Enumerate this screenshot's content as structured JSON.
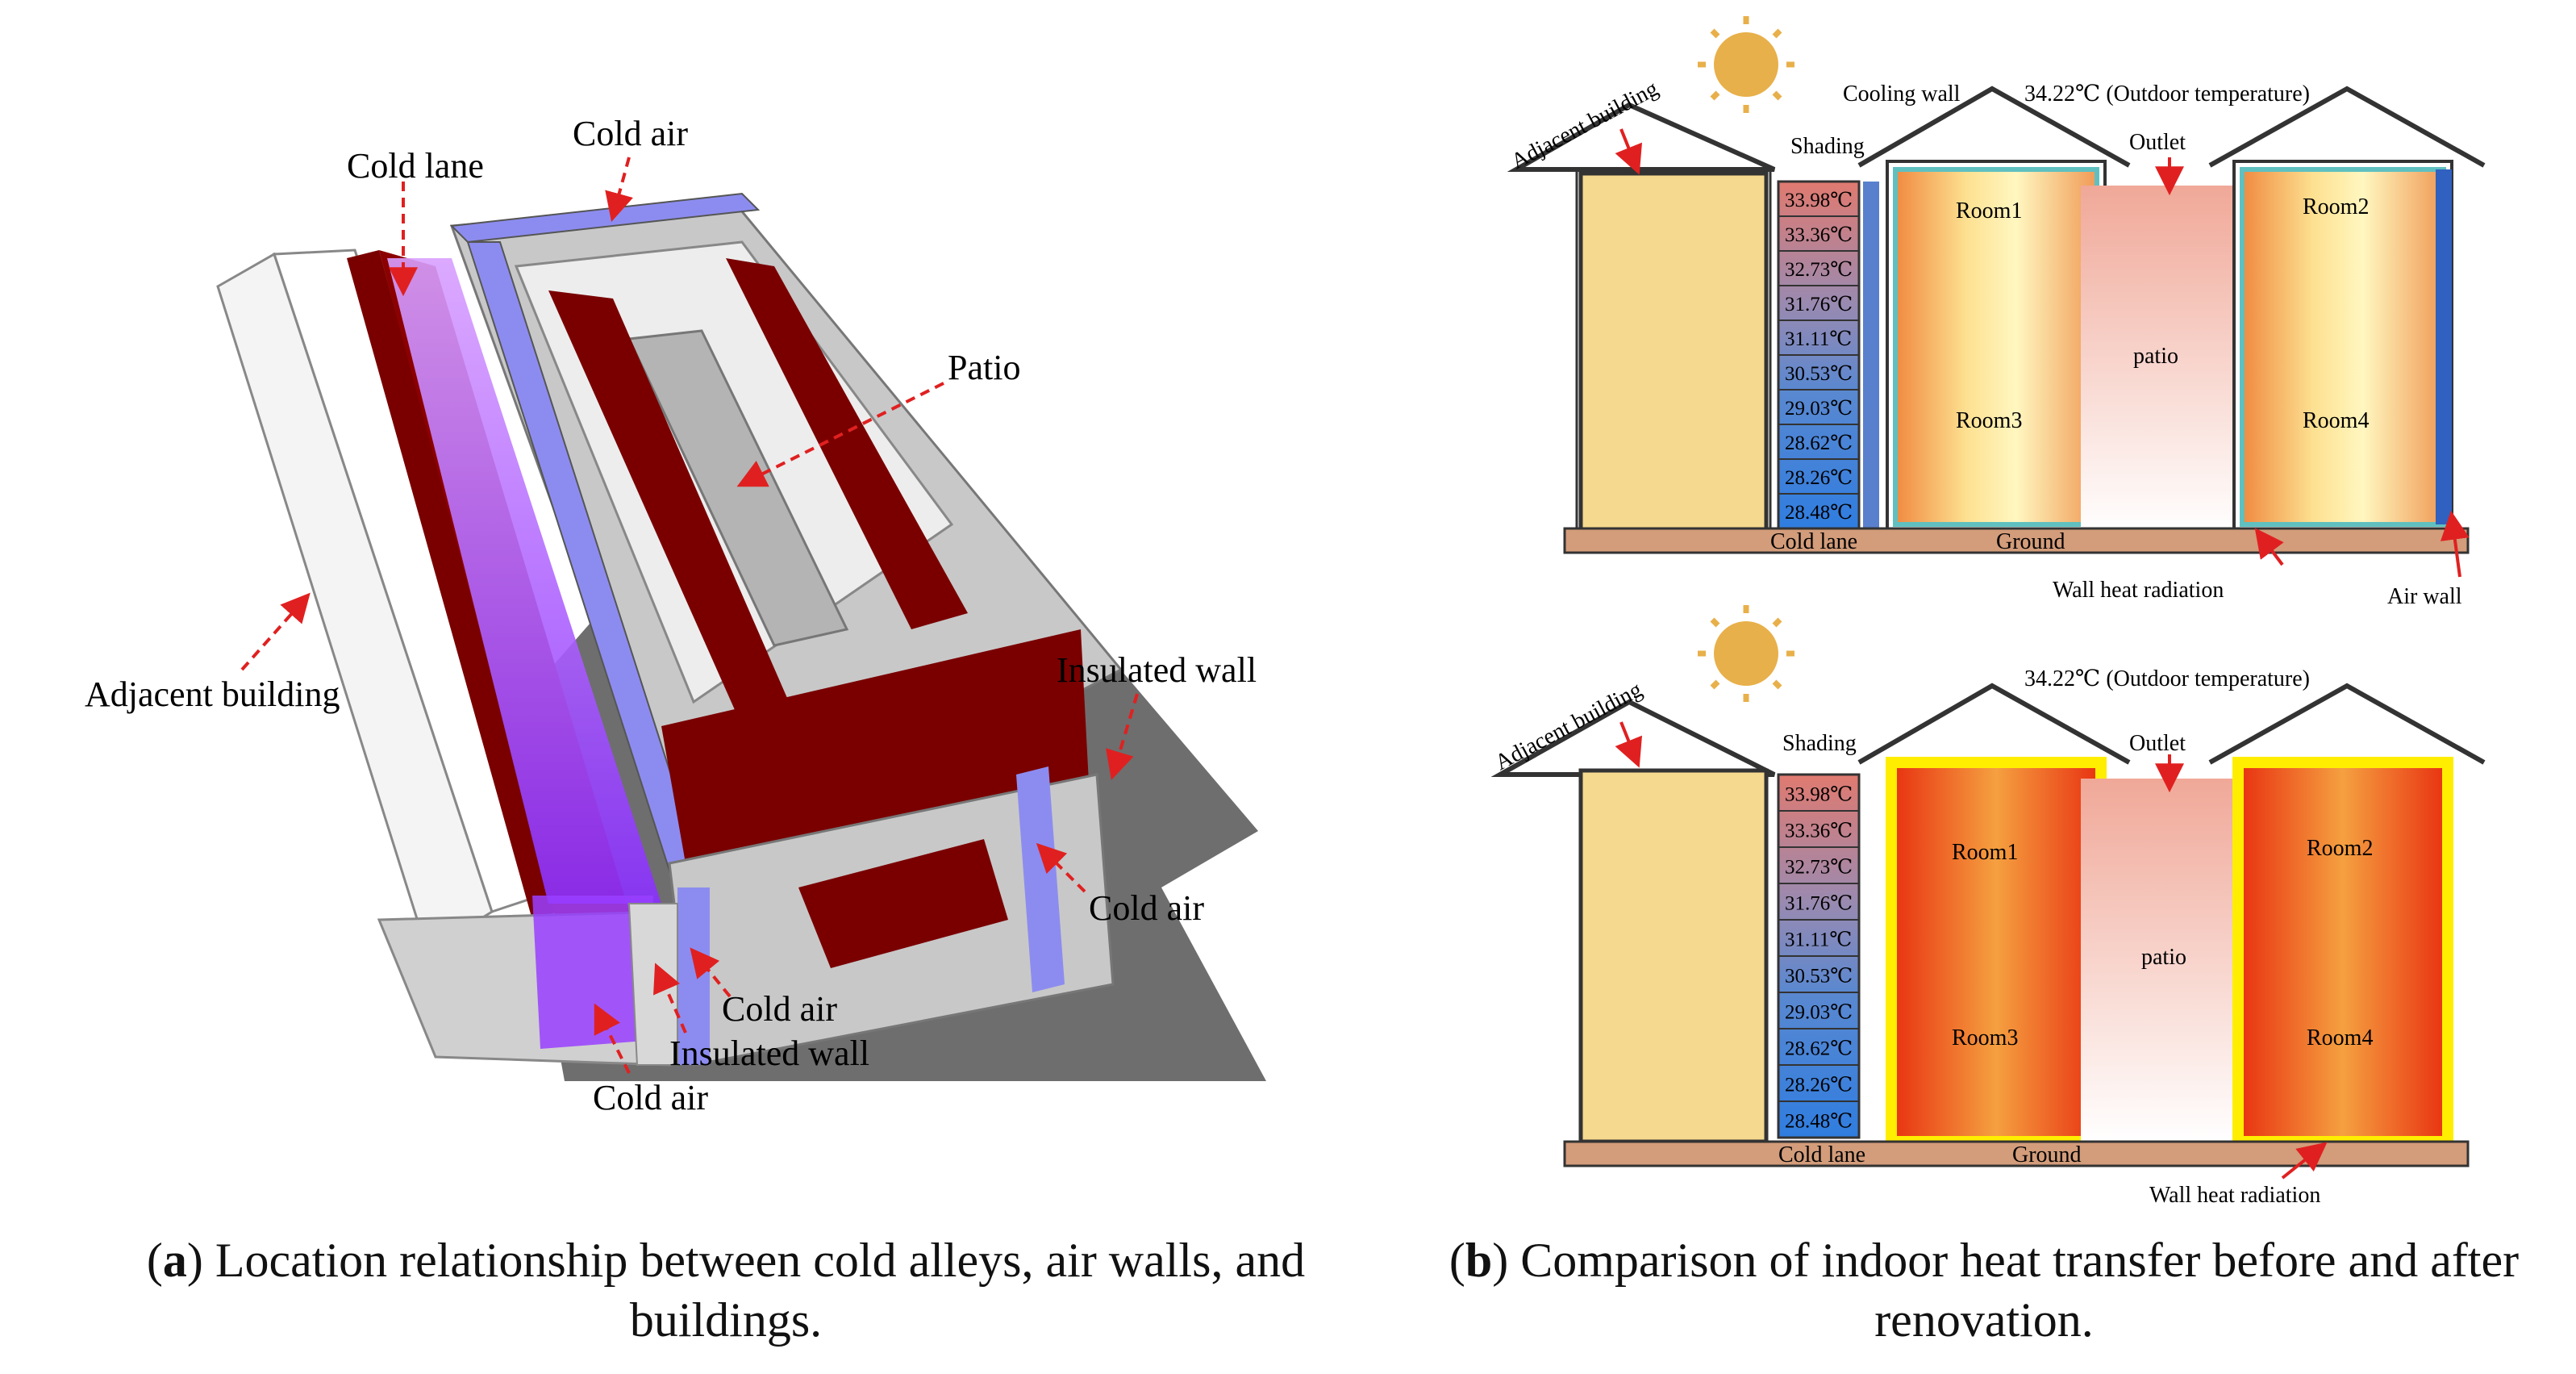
{
  "panel_a": {
    "labels": {
      "cold_lane": "Cold lane",
      "cold_air_top": "Cold air",
      "patio": "Patio",
      "adjacent_building": "Adjacent building",
      "insulated_wall_right": "Insulated wall",
      "cold_air_right": "Cold air",
      "cold_air_mid": "Cold air",
      "insulated_wall_bottom": "Insulated wall",
      "cold_air_bottom": "Cold air"
    },
    "caption_letter": "a",
    "caption": ") Location relationship between cold alleys, air walls, and buildings.",
    "colors": {
      "roof": "#7a0000",
      "cold_lane": "#a64dff",
      "air_wall": "#8c8cf0",
      "shadow": "#6e6e6e",
      "building": "#c8c8c8"
    }
  },
  "panel_b": {
    "top": {
      "cooling_wall": "Cooling wall",
      "outdoor_temp": "34.22℃ (Outdoor temperature)",
      "adjacent_building": "Adjacent building",
      "shading": "Shading",
      "outlet": "Outlet",
      "room1": "Room1",
      "room2": "Room2",
      "room3": "Room3",
      "room4": "Room4",
      "patio": "patio",
      "cold_lane": "Cold lane",
      "ground": "Ground",
      "wall_heat_radiation": "Wall heat radiation",
      "air_wall": "Air wall"
    },
    "bottom": {
      "outdoor_temp": "34.22℃ (Outdoor temperature)",
      "adjacent_building": "Adjacent building",
      "shading": "Shading",
      "outlet": "Outlet",
      "room1": "Room1",
      "room2": "Room2",
      "room3": "Room3",
      "room4": "Room4",
      "patio": "patio",
      "cold_lane": "Cold lane",
      "ground": "Ground",
      "wall_heat_radiation": "Wall heat radiation"
    },
    "temperatures": [
      "33.98℃",
      "33.36℃",
      "32.73℃",
      "31.76℃",
      "31.11℃",
      "30.53℃",
      "29.03℃",
      "28.62℃",
      "28.26℃",
      "28.48℃"
    ],
    "caption_letter": "b",
    "caption": ") Comparison of indoor heat transfer before and after renovation.",
    "colors": {
      "sun": "#e8b04a",
      "adjacent": "#f5d98e",
      "ground": "#d39c7a",
      "hot": "#e8401a",
      "warm": "#ffee99"
    }
  }
}
